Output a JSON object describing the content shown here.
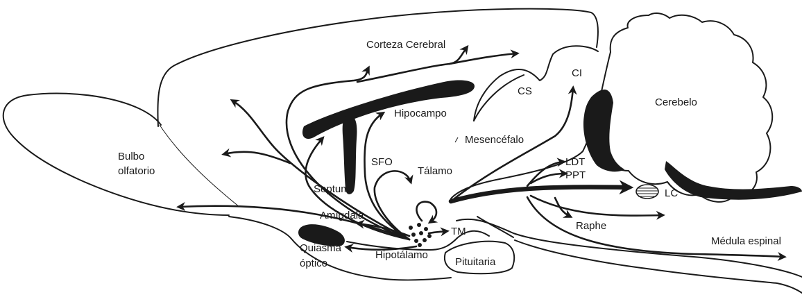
{
  "colors": {
    "line": "#1a1a1a",
    "background": "#ffffff"
  },
  "labels": {
    "corteza": "Corteza Cerebral",
    "bulbo_1": "Bulbo",
    "bulbo_2": "olfatorio",
    "hipocampo": "Hipocampo",
    "sfo": "SFO",
    "talamo": "Tálamo",
    "septum": "Septum",
    "amigdala": "Amígdala",
    "tm": "TM",
    "quiasma_1": "Quiasma",
    "quiasma_2": "óptico",
    "hipotalamo": "Hipotálamo",
    "pituitaria": "Pituitaria",
    "mesencefalo": "Mesencéfalo",
    "cs": "CS",
    "ci": "CI",
    "cerebelo": "Cerebelo",
    "ldt": "LDT",
    "ppt": "PPT",
    "lc": "LC",
    "raphe": "Raphe",
    "medula": "Médula espinal"
  }
}
